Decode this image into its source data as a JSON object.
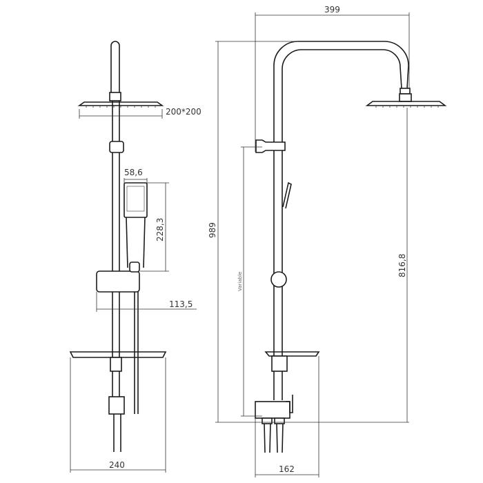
{
  "front_view": {
    "head_size": "200*200",
    "handshower_width": "58,6",
    "handshower_length": "228,3",
    "slider_offset": "113,5",
    "tray_width": "240"
  },
  "side_view": {
    "arm_reach": "399",
    "total_height": "989",
    "variable_label": "Variable",
    "head_height": "816,8",
    "base_width": "162"
  }
}
